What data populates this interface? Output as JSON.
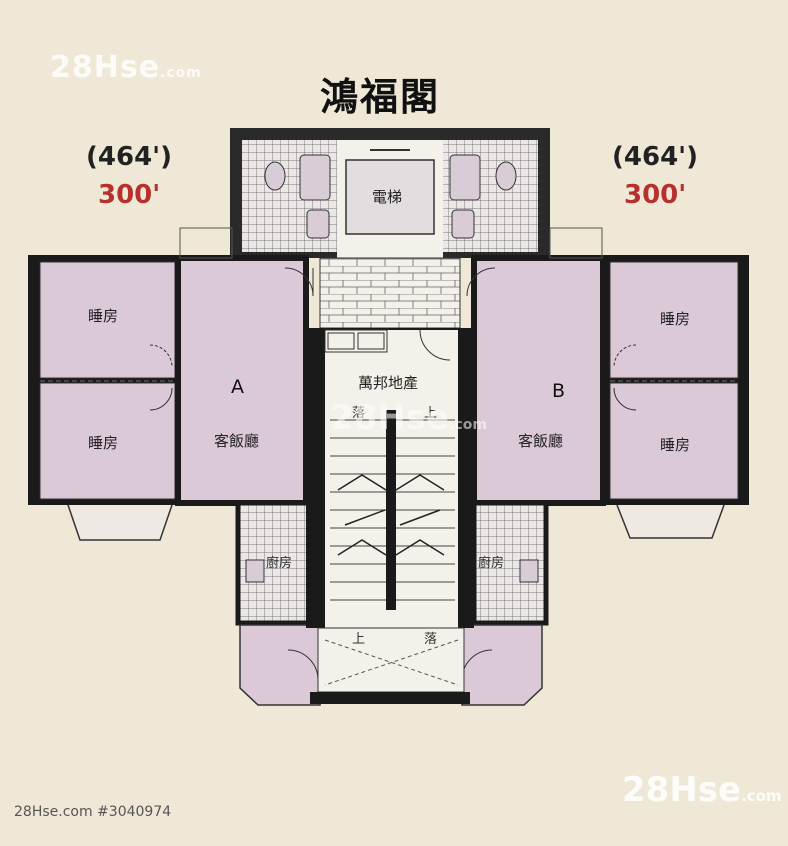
{
  "watermark": {
    "main": "28Hse",
    "suffix": ".com"
  },
  "listing_ref": "28Hse.com #3040974",
  "building_name": "鴻福閣",
  "unit_left": {
    "gross": "(464')",
    "net": "300'"
  },
  "unit_right": {
    "gross": "(464')",
    "net": "300'"
  },
  "rooms": {
    "lift": "電梯",
    "bedroom": "睡房",
    "living_dining": "客飯廳",
    "kitchen": "廚房",
    "agency": "萬邦地產",
    "unit_a": "A",
    "unit_b": "B",
    "stair_down": "落",
    "stair_up": "上"
  },
  "colors": {
    "room_fill": "#dcc9d8",
    "wall": "#1a1a1a",
    "background": "#efe8d6",
    "net_area": "#b8302b"
  }
}
